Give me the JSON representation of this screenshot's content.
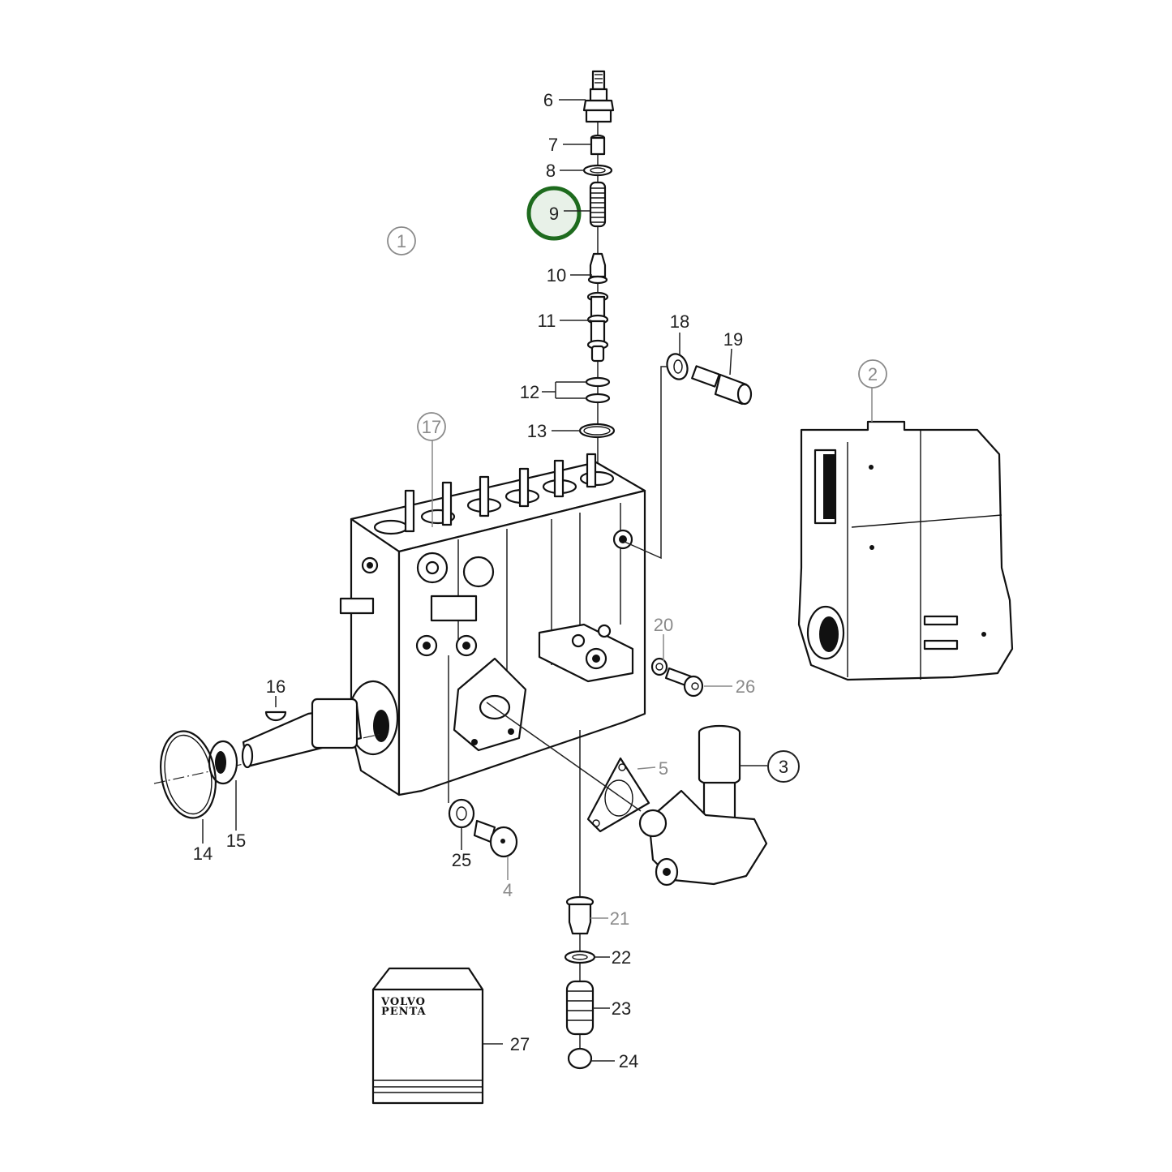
{
  "diagram": {
    "type": "exploded-parts-view",
    "subject": "Fuel injection pump assembly",
    "highlight_color": "#1e6b1e",
    "highlight_fill": "#e8f1e8",
    "highlighted_callout": "9",
    "callouts": [
      {
        "id": "1",
        "label": "1",
        "style": "circled-gray"
      },
      {
        "id": "2",
        "label": "2",
        "style": "circled-gray"
      },
      {
        "id": "3",
        "label": "3",
        "style": "circled-black"
      },
      {
        "id": "4",
        "label": "4",
        "style": "gray"
      },
      {
        "id": "5",
        "label": "5",
        "style": "gray"
      },
      {
        "id": "6",
        "label": "6",
        "style": "black"
      },
      {
        "id": "7",
        "label": "7",
        "style": "black"
      },
      {
        "id": "8",
        "label": "8",
        "style": "black"
      },
      {
        "id": "9",
        "label": "9",
        "style": "highlighted"
      },
      {
        "id": "10",
        "label": "10",
        "style": "black"
      },
      {
        "id": "11",
        "label": "11",
        "style": "black"
      },
      {
        "id": "12",
        "label": "12",
        "style": "black"
      },
      {
        "id": "13",
        "label": "13",
        "style": "black"
      },
      {
        "id": "14",
        "label": "14",
        "style": "black"
      },
      {
        "id": "15",
        "label": "15",
        "style": "black"
      },
      {
        "id": "16",
        "label": "16",
        "style": "black"
      },
      {
        "id": "17",
        "label": "17",
        "style": "circled-gray"
      },
      {
        "id": "18",
        "label": "18",
        "style": "black"
      },
      {
        "id": "19",
        "label": "19",
        "style": "black"
      },
      {
        "id": "20",
        "label": "20",
        "style": "gray"
      },
      {
        "id": "21",
        "label": "21",
        "style": "gray"
      },
      {
        "id": "22",
        "label": "22",
        "style": "black"
      },
      {
        "id": "23",
        "label": "23",
        "style": "black"
      },
      {
        "id": "24",
        "label": "24",
        "style": "black"
      },
      {
        "id": "25",
        "label": "25",
        "style": "black"
      },
      {
        "id": "26",
        "label": "26",
        "style": "gray"
      },
      {
        "id": "27",
        "label": "27",
        "style": "black"
      }
    ],
    "kit_box": {
      "brand_line1": "VOLVO",
      "brand_line2": "PENTA"
    }
  }
}
